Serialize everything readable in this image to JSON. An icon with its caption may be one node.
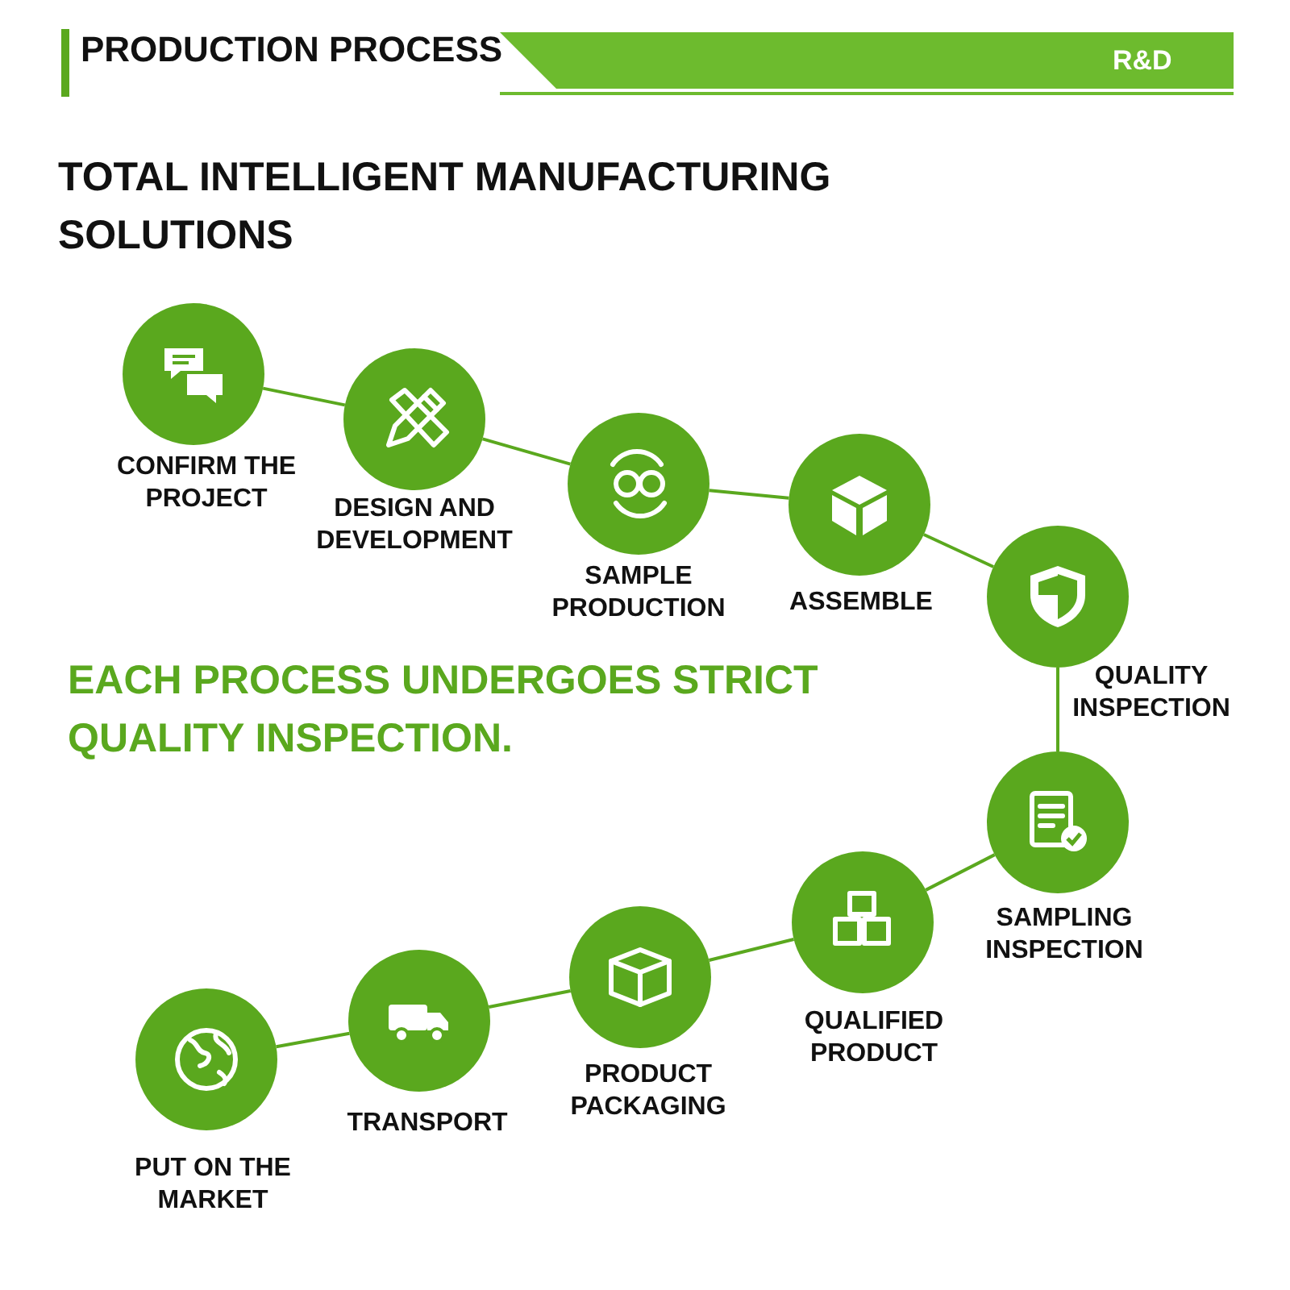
{
  "diagram": {
    "title": "PRODUCTION PROCESS",
    "nodes": [
      {
        "text": [
          "CONFIRM THE PROJECT"
        ]
      },
      {
        "text": [
          "DESIGN AND DEVELOPMENT"
        ]
      },
      {
        "text": [
          "SAMPLE PRODUCTION"
        ]
      },
      {
        "text": [
          "ASSEMBLE"
        ]
      },
      {
        "text": [
          "QUALITY INSPECTION"
        ]
      },
      {
        "text": [
          "SAMPLING INSPECTION"
        ]
      },
      {
        "text": [
          "QUALIFIED PRODUCT"
        ]
      },
      {
        "text": [
          "PRODUCT PACKAGING"
        ]
      },
      {
        "text": [
          "TRANSPORT"
        ]
      },
      {
        "text": [
          "PUT ON THE MARKET"
        ]
      }
    ],
    "edges": [
      {
        "from": 0,
        "to": 1,
        "arrow": "none"
      },
      {
        "from": 1,
        "to": 2,
        "arrow": "none"
      },
      {
        "from": 2,
        "to": 3,
        "arrow": "none"
      },
      {
        "from": 3,
        "to": 4,
        "arrow": "none"
      },
      {
        "from": 4,
        "to": 5,
        "arrow": "none"
      },
      {
        "from": 5,
        "to": 6,
        "arrow": "none"
      },
      {
        "from": 6,
        "to": 7,
        "arrow": "none"
      },
      {
        "from": 7,
        "to": 8,
        "arrow": "none"
      },
      {
        "from": 8,
        "to": 9,
        "arrow": "none"
      }
    ],
    "labels": [
      "R&D",
      "TOTAL INTELLIGENT MANUFACTURING SOLUTIONS",
      "EACH PROCESS UNDERGOES STRICT QUALITY INSPECTION."
    ]
  }
}
